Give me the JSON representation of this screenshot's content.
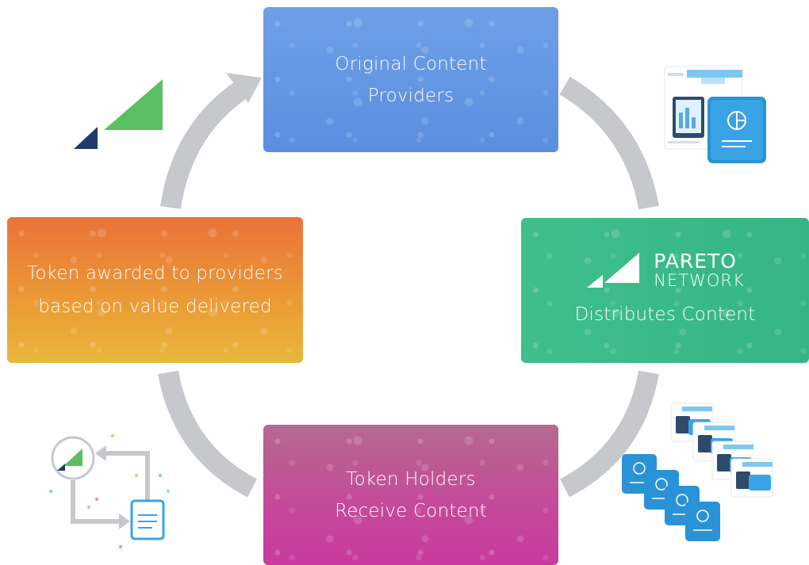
{
  "boxes": {
    "top": {
      "line1": "Original Content",
      "line2": "Providers"
    },
    "right": {
      "brand_name": "PARETO",
      "brand_sub": "NETWORK",
      "line": "Distributes Content"
    },
    "left": {
      "line1": "Token awarded to providers",
      "line2": "based on value delivered"
    },
    "bottom": {
      "line1": "Token Holders",
      "line2": "Receive Content"
    }
  },
  "colors": {
    "arrow": "#c6c8cc",
    "top_box": "#6496e3",
    "right_box": "#3bba88",
    "left_box": "#ea8a38",
    "bottom_box": "#c44b9a",
    "logo_green": "#5cbf62",
    "logo_navy": "#1f3a6b"
  },
  "icons": {
    "top_left": "pareto-logo-icon",
    "top_right": "document-report-icon",
    "bottom_left": "token-exchange-icon",
    "bottom_right": "document-stack-icon"
  }
}
